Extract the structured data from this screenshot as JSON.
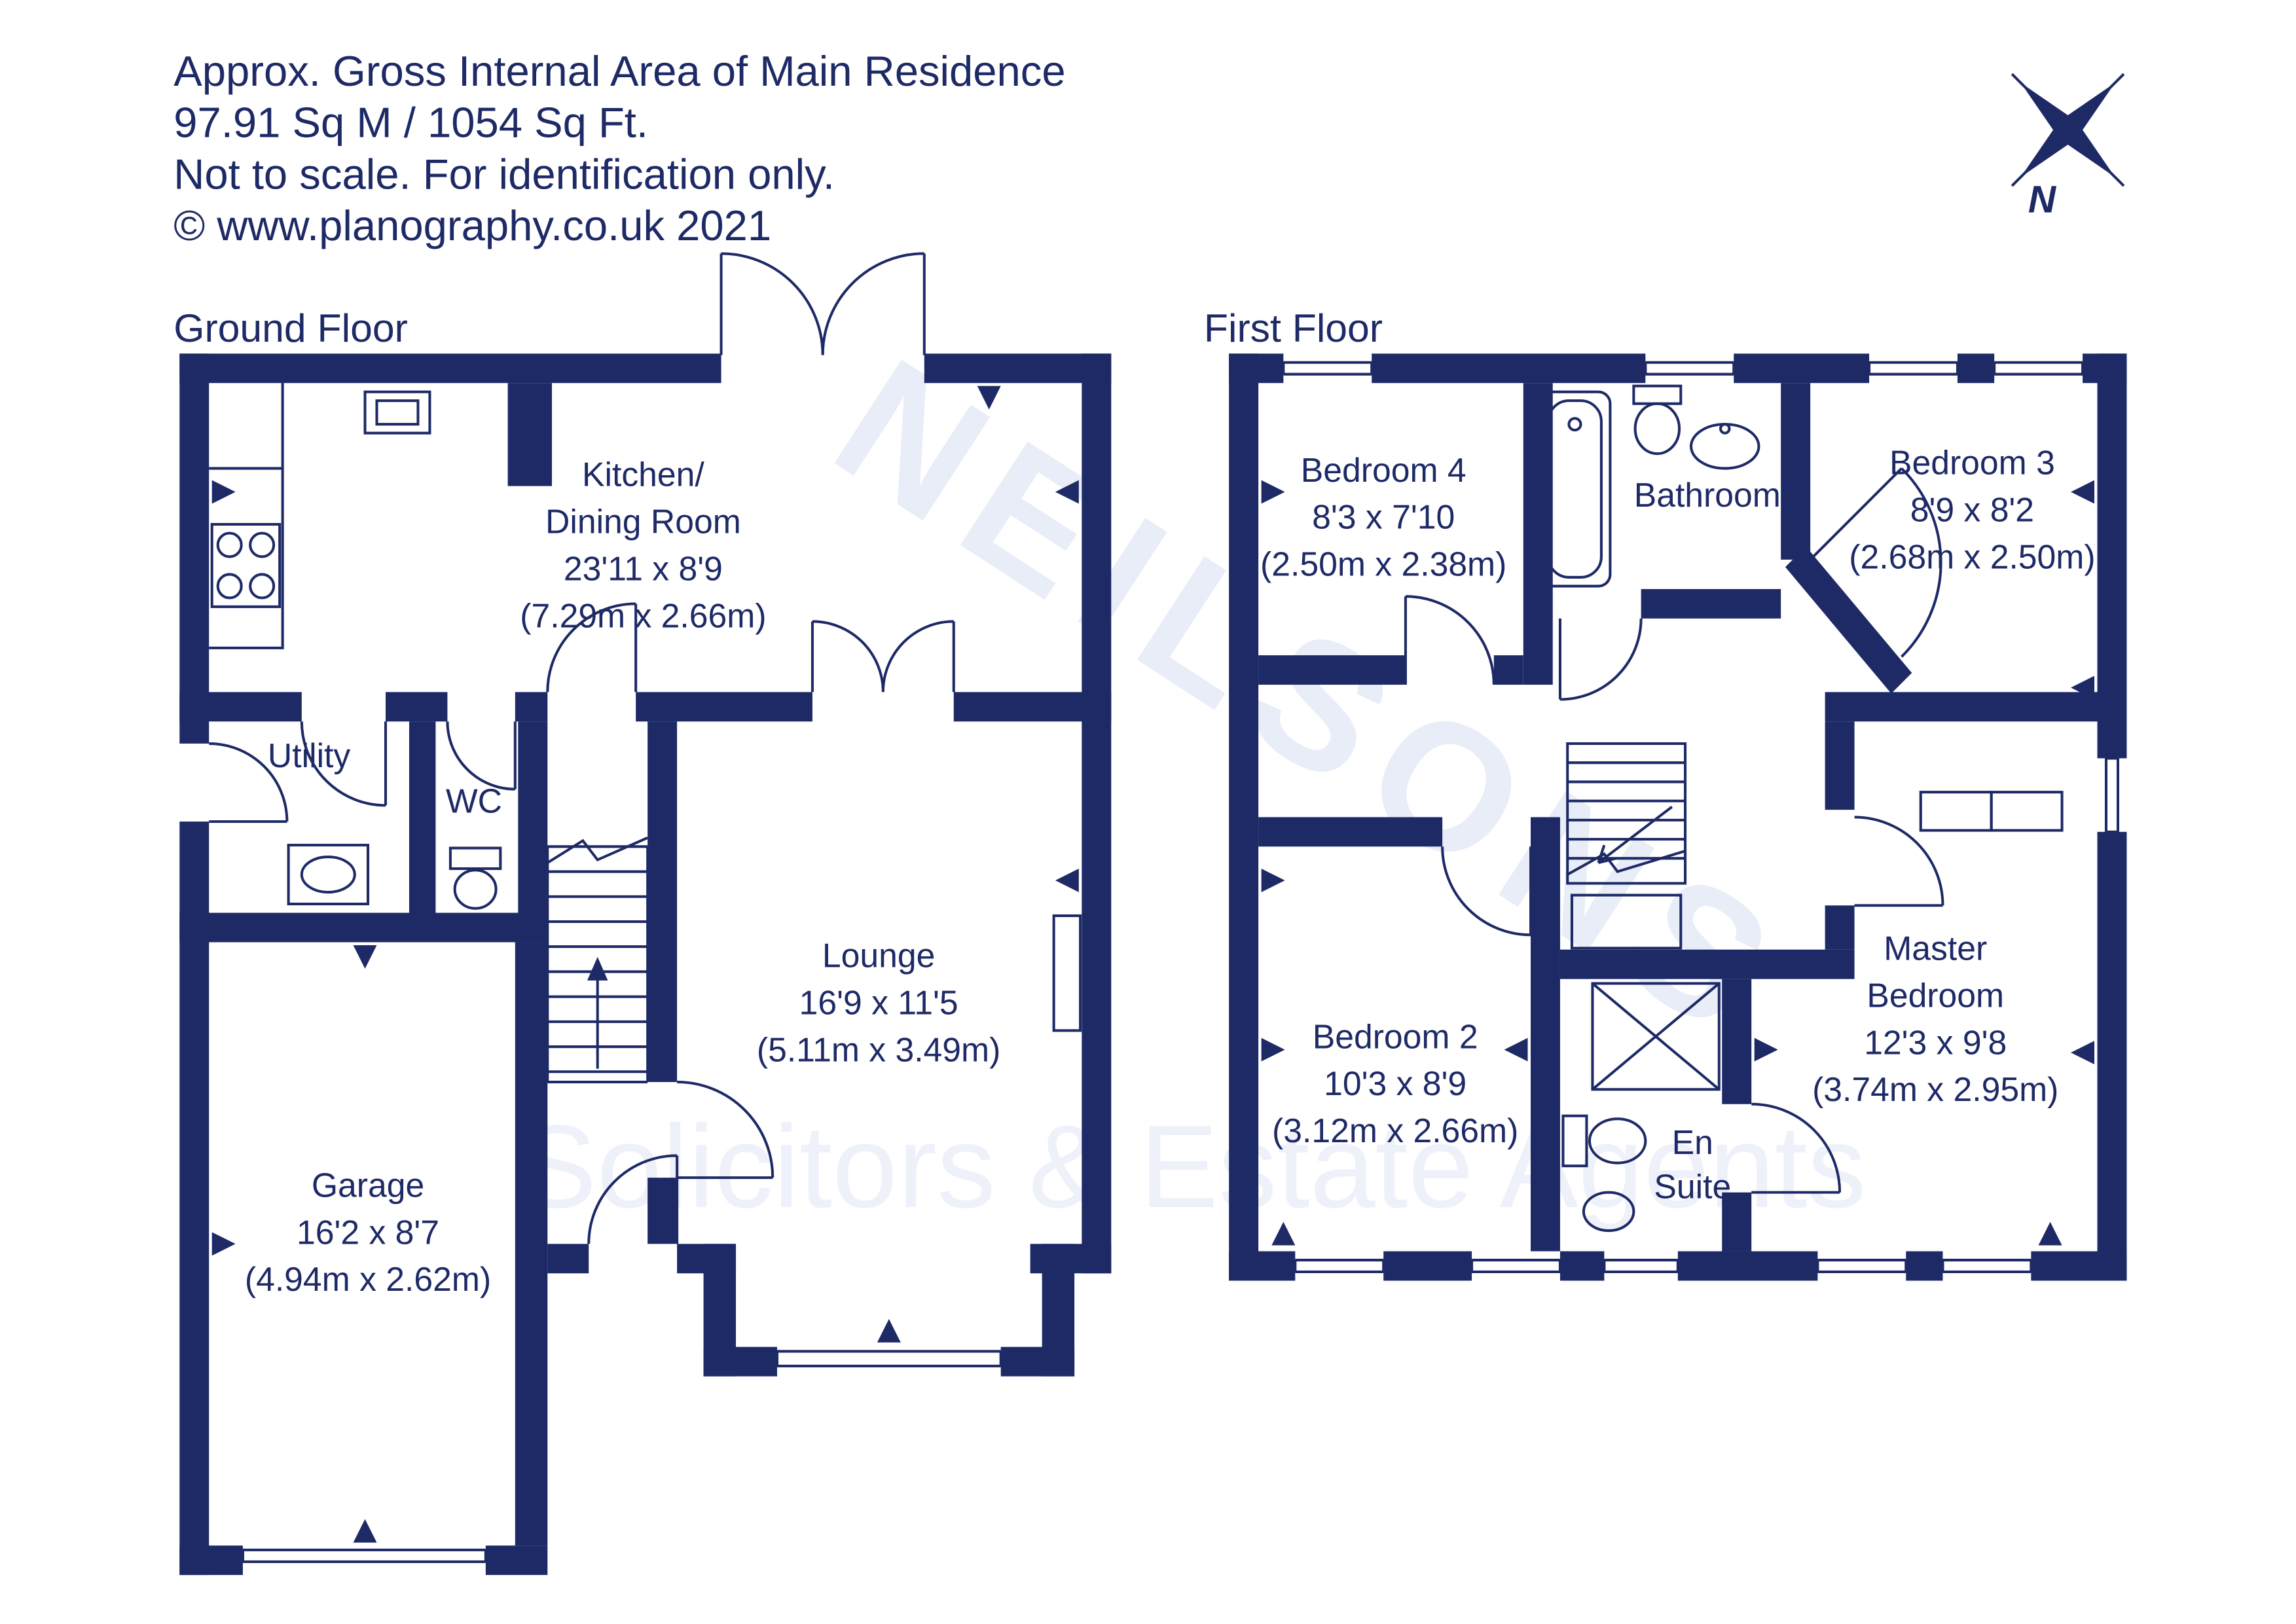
{
  "header": {
    "line1": "Approx. Gross Internal Area of Main Residence",
    "line2": "97.91 Sq M / 1054 Sq Ft.",
    "line3": "Not to scale. For identification only.",
    "line4": "© www.planography.co.uk 2021"
  },
  "compass": {
    "north": "N"
  },
  "watermark": {
    "name": "NEILSONS",
    "tagline": "Solicitors & Estate Agents"
  },
  "floors": {
    "ground": {
      "title": "Ground Floor",
      "rooms": {
        "kitchen": {
          "name_line1": "Kitchen/",
          "name_line2": "Dining Room",
          "dims": "23'11 x 8'9",
          "metric": "(7.29m x 2.66m)"
        },
        "utility": {
          "name": "Utility"
        },
        "wc": {
          "name": "WC"
        },
        "lounge": {
          "name": "Lounge",
          "dims": "16'9 x 11'5",
          "metric": "(5.11m x 3.49m)"
        },
        "garage": {
          "name": "Garage",
          "dims": "16'2 x 8'7",
          "metric": "(4.94m x 2.62m)"
        }
      }
    },
    "first": {
      "title": "First Floor",
      "rooms": {
        "bedroom4": {
          "name": "Bedroom 4",
          "dims": "8'3 x 7'10",
          "metric": "(2.50m x 2.38m)"
        },
        "bathroom": {
          "name": "Bathroom"
        },
        "bedroom3": {
          "name": "Bedroom 3",
          "dims": "8'9 x 8'2",
          "metric": "(2.68m x 2.50m)"
        },
        "bedroom2": {
          "name": "Bedroom 2",
          "dims": "10'3 x 8'9",
          "metric": "(3.12m x 2.66m)"
        },
        "master": {
          "name_line1": "Master",
          "name_line2": "Bedroom",
          "dims": "12'3 x 9'8",
          "metric": "(3.74m x 2.95m)"
        },
        "ensuite": {
          "name_line1": "En",
          "name_line2": "Suite"
        }
      }
    }
  },
  "colors": {
    "plan_navy": "#1e2a66",
    "watermark": "#e9edf7",
    "background": "#ffffff"
  }
}
